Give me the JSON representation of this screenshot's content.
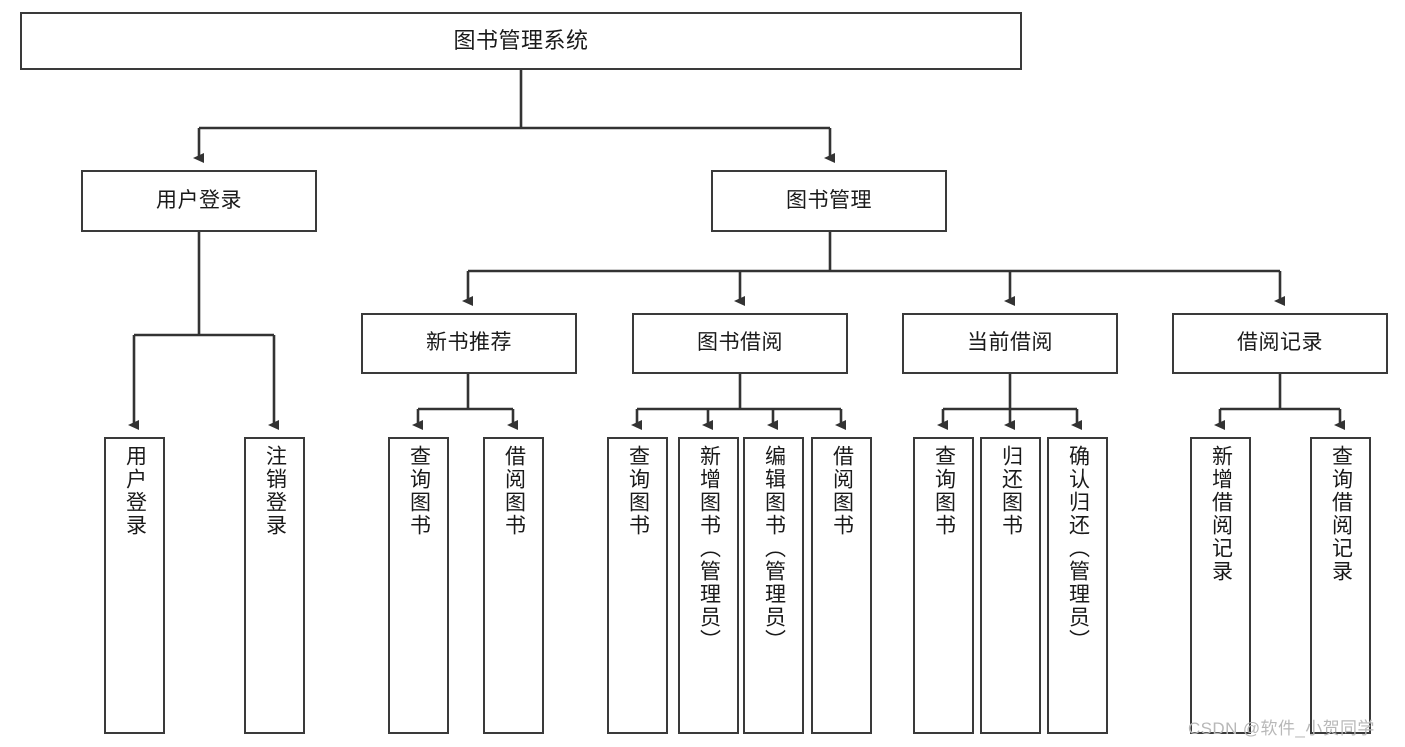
{
  "diagram": {
    "type": "tree",
    "title": "图书管理系统",
    "watermark": "CSDN @软件_小贺同学",
    "colors": {
      "box_border": "#3a3a3a",
      "box_fill": "#ffffff",
      "line": "#333333",
      "text": "#1a1a1a",
      "watermark": "#b8b8b8"
    },
    "nodes": {
      "root": {
        "label": "图书管理系统"
      },
      "level2": [
        {
          "label": "用户登录"
        },
        {
          "label": "图书管理"
        }
      ],
      "level3": [
        {
          "label": "新书推荐"
        },
        {
          "label": "图书借阅"
        },
        {
          "label": "当前借阅"
        },
        {
          "label": "借阅记录"
        }
      ],
      "leaves": {
        "user_login": [
          {
            "label": "用户登录"
          },
          {
            "label": "注销登录"
          }
        ],
        "new_books": [
          {
            "label": "查询图书"
          },
          {
            "label": "借阅图书"
          }
        ],
        "book_borrow": [
          {
            "label": "查询图书"
          },
          {
            "label": "新增图书（管理员）"
          },
          {
            "label": "编辑图书（管理员）"
          },
          {
            "label": "借阅图书"
          }
        ],
        "current_borrow": [
          {
            "label": "查询图书"
          },
          {
            "label": "归还图书"
          },
          {
            "label": "确认归还（管理员）"
          }
        ],
        "borrow_record": [
          {
            "label": "新增借阅记录"
          },
          {
            "label": "查询借阅记录"
          }
        ]
      }
    }
  }
}
